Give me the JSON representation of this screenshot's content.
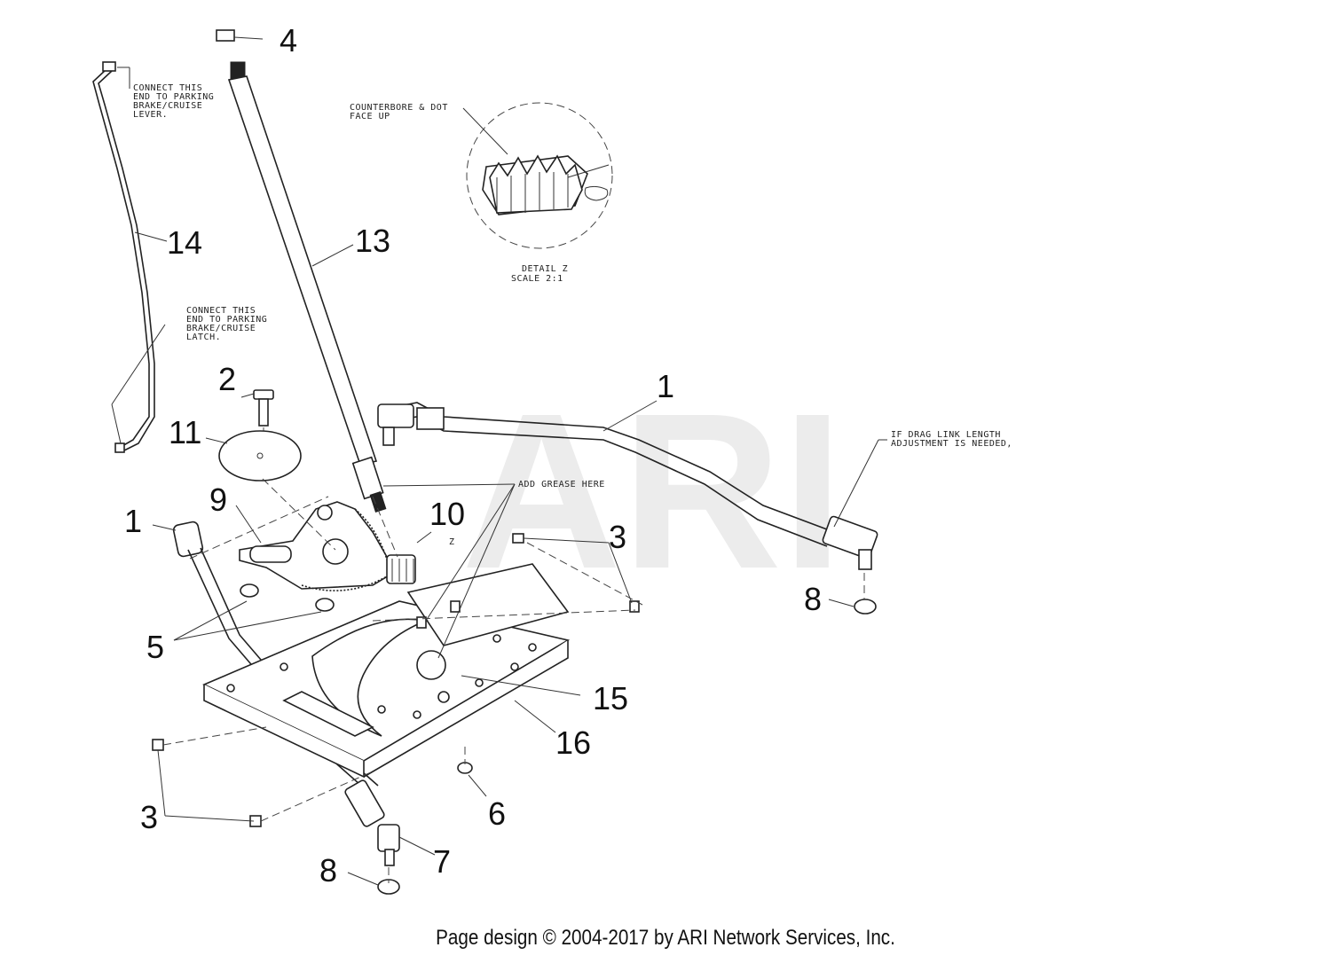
{
  "watermark": "ARI",
  "callouts": [
    {
      "id": "c4",
      "label": "4"
    },
    {
      "id": "c14",
      "label": "14"
    },
    {
      "id": "c13",
      "label": "13"
    },
    {
      "id": "c2",
      "label": "2"
    },
    {
      "id": "c11",
      "label": "11"
    },
    {
      "id": "c1a",
      "label": "1"
    },
    {
      "id": "c9",
      "label": "9"
    },
    {
      "id": "c1b",
      "label": "1"
    },
    {
      "id": "c10",
      "label": "10"
    },
    {
      "id": "c3a",
      "label": "3"
    },
    {
      "id": "c8a",
      "label": "8"
    },
    {
      "id": "c5",
      "label": "5"
    },
    {
      "id": "c15",
      "label": "15"
    },
    {
      "id": "c16",
      "label": "16"
    },
    {
      "id": "c3b",
      "label": "3"
    },
    {
      "id": "c6",
      "label": "6"
    },
    {
      "id": "c7",
      "label": "7"
    },
    {
      "id": "c8b",
      "label": "8"
    }
  ],
  "notes": {
    "lever_end": [
      "CONNECT THIS",
      "END TO PARKING",
      "BRAKE/CRUISE",
      "LEVER."
    ],
    "latch_end": [
      "CONNECT THIS",
      "END TO PARKING",
      "BRAKE/CRUISE",
      "LATCH."
    ],
    "counterbore": [
      "COUNTERBORE & DOT",
      "FACE UP"
    ],
    "detail": [
      "DETAIL Z",
      "SCALE 2:1"
    ],
    "grease": "ADD GREASE HERE",
    "drag_link": [
      "IF DRAG LINK LENGTH",
      "ADJUSTMENT IS NEEDED,"
    ],
    "z_marker": "Z"
  },
  "footer": "Page design © 2004-2017 by ARI Network Services, Inc."
}
